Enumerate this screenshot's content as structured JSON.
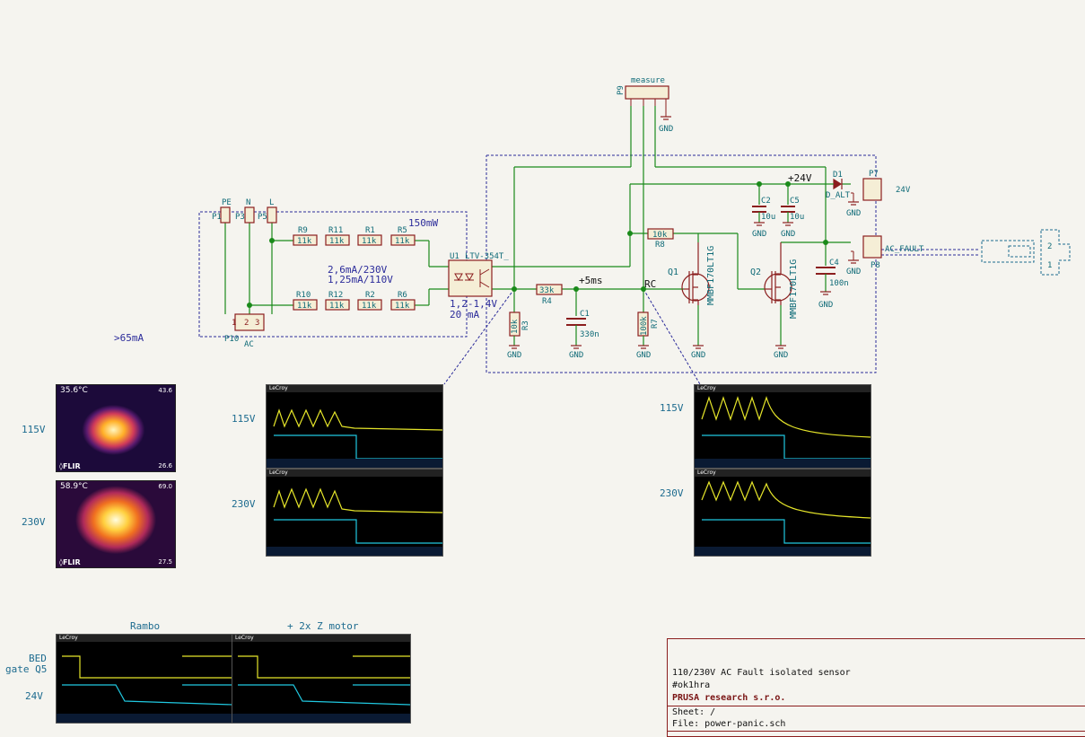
{
  "components": {
    "P1": {
      "ref": "P1",
      "value": "PE"
    },
    "P3": {
      "ref": "P3",
      "value": "N"
    },
    "P5": {
      "ref": "P5",
      "value": "L"
    },
    "P10": {
      "ref": "P10",
      "value": "AC",
      "pins": [
        "1",
        "2",
        "3"
      ]
    },
    "R9": {
      "ref": "R9",
      "value": "11k"
    },
    "R11": {
      "ref": "R11",
      "value": "11k"
    },
    "R1": {
      "ref": "R1",
      "value": "11k"
    },
    "R5": {
      "ref": "R5",
      "value": "11k"
    },
    "R10": {
      "ref": "R10",
      "value": "11k"
    },
    "R12": {
      "ref": "R12",
      "value": "11k"
    },
    "R2": {
      "ref": "R2",
      "value": "11k"
    },
    "R6": {
      "ref": "R6",
      "value": "11k"
    },
    "U1": {
      "ref": "U1",
      "value": "LTV-354T_"
    },
    "R4": {
      "ref": "R4",
      "value": "33k"
    },
    "R3": {
      "ref": "R3",
      "value": "10k"
    },
    "C1": {
      "ref": "C1",
      "value": "330n"
    },
    "R7": {
      "ref": "R7",
      "value": "100k"
    },
    "R8": {
      "ref": "R8",
      "value": "10k"
    },
    "Q1": {
      "ref": "Q1",
      "value": "MMBF170LT1G"
    },
    "Q2": {
      "ref": "Q2",
      "value": "MMBF170LT1G"
    },
    "C2": {
      "ref": "C2",
      "value": "10u"
    },
    "C5": {
      "ref": "C5",
      "value": "10u"
    },
    "C4": {
      "ref": "C4",
      "value": "100n"
    },
    "D1": {
      "ref": "D1",
      "value": "D_ALT"
    },
    "P7": {
      "ref": "P7",
      "value": "24V"
    },
    "P8": {
      "ref": "P8",
      "value": "AC_FAULT"
    },
    "P9": {
      "ref": "P9",
      "value": "measure"
    }
  },
  "net_labels": {
    "v24": "+24V",
    "v5ms": "+5ms",
    "rc": "RC",
    "gnd": "GND"
  },
  "annotations": {
    "power": "150mW",
    "current_line1": "2,6mA/230V",
    "current_line2": "1,25mA/110V",
    "led_v": "1,2-1,4V",
    "led_i": "20 mA",
    "gt65": ">65mA"
  },
  "side_labels": {
    "left_115": "115V",
    "left_230": "230V",
    "scope_115": "115V",
    "scope_230": "230V",
    "right_115": "115V",
    "right_230": "230V",
    "bed": "BED",
    "gate": "gate Q5",
    "v24b": "24V",
    "rambo": "Rambo",
    "zmotor": "+ 2x Z motor"
  },
  "offsheet_connector": {
    "pin2": "2",
    "pin1": "1"
  },
  "thermal": [
    {
      "temp": "35.6°C",
      "max": "43.6",
      "min": "26.6",
      "brand": "FLIR"
    },
    {
      "temp": "58.9°C",
      "max": "69.0",
      "min": "27.5",
      "brand": "FLIR"
    }
  ],
  "scope_brand": "LeCroy",
  "title_block": {
    "title": "110/230V AC Fault isolated sensor",
    "tag": "#ok1hra",
    "company": "PRUSA research s.r.o.",
    "sheet": "Sheet: /",
    "file": "File: power-panic.sch"
  },
  "colors": {
    "wire": "#1a8a1a",
    "symbol": "#8b1e1e",
    "label": "#0e6a77",
    "annotation": "#1d6b8f",
    "background": "#f5f4ef",
    "trace_yellow": "#e5e52a",
    "trace_cyan": "#20c8e0"
  }
}
